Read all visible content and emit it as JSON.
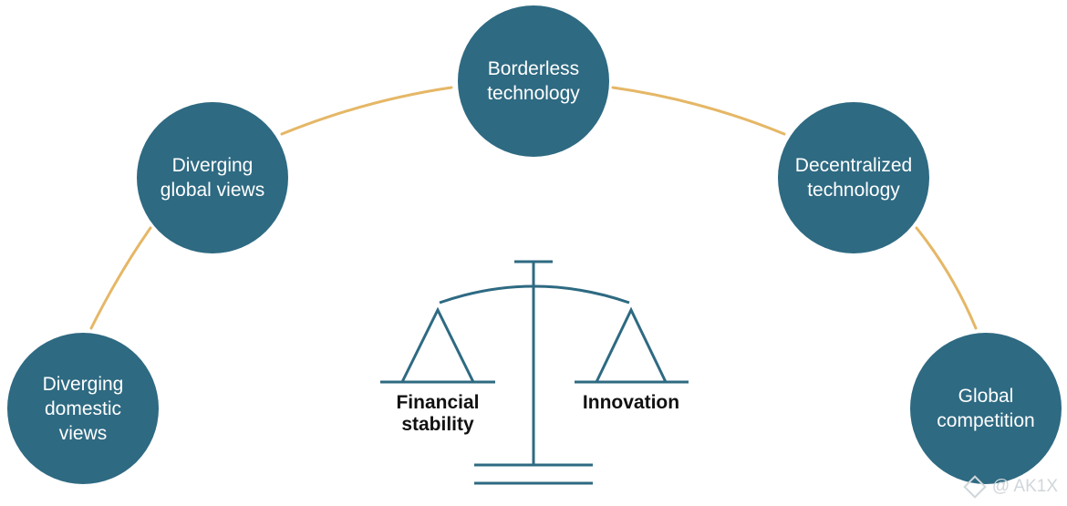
{
  "colors": {
    "node_fill": "#2e6a82",
    "arc": "#e5b766",
    "scale": "#2e6a82",
    "text_dark": "#111111"
  },
  "nodes": {
    "domestic": "Diverging\ndomestic\nviews",
    "global_views": "Diverging\nglobal views",
    "borderless": "Borderless\ntechnology",
    "decentralized": "Decentralized\ntechnology",
    "competition": "Global\ncompetition"
  },
  "scale": {
    "left_label": "Financial\nstability",
    "right_label": "Innovation"
  },
  "watermark": {
    "text": "@ AK1X",
    "icon": "binance-diamond-icon"
  }
}
